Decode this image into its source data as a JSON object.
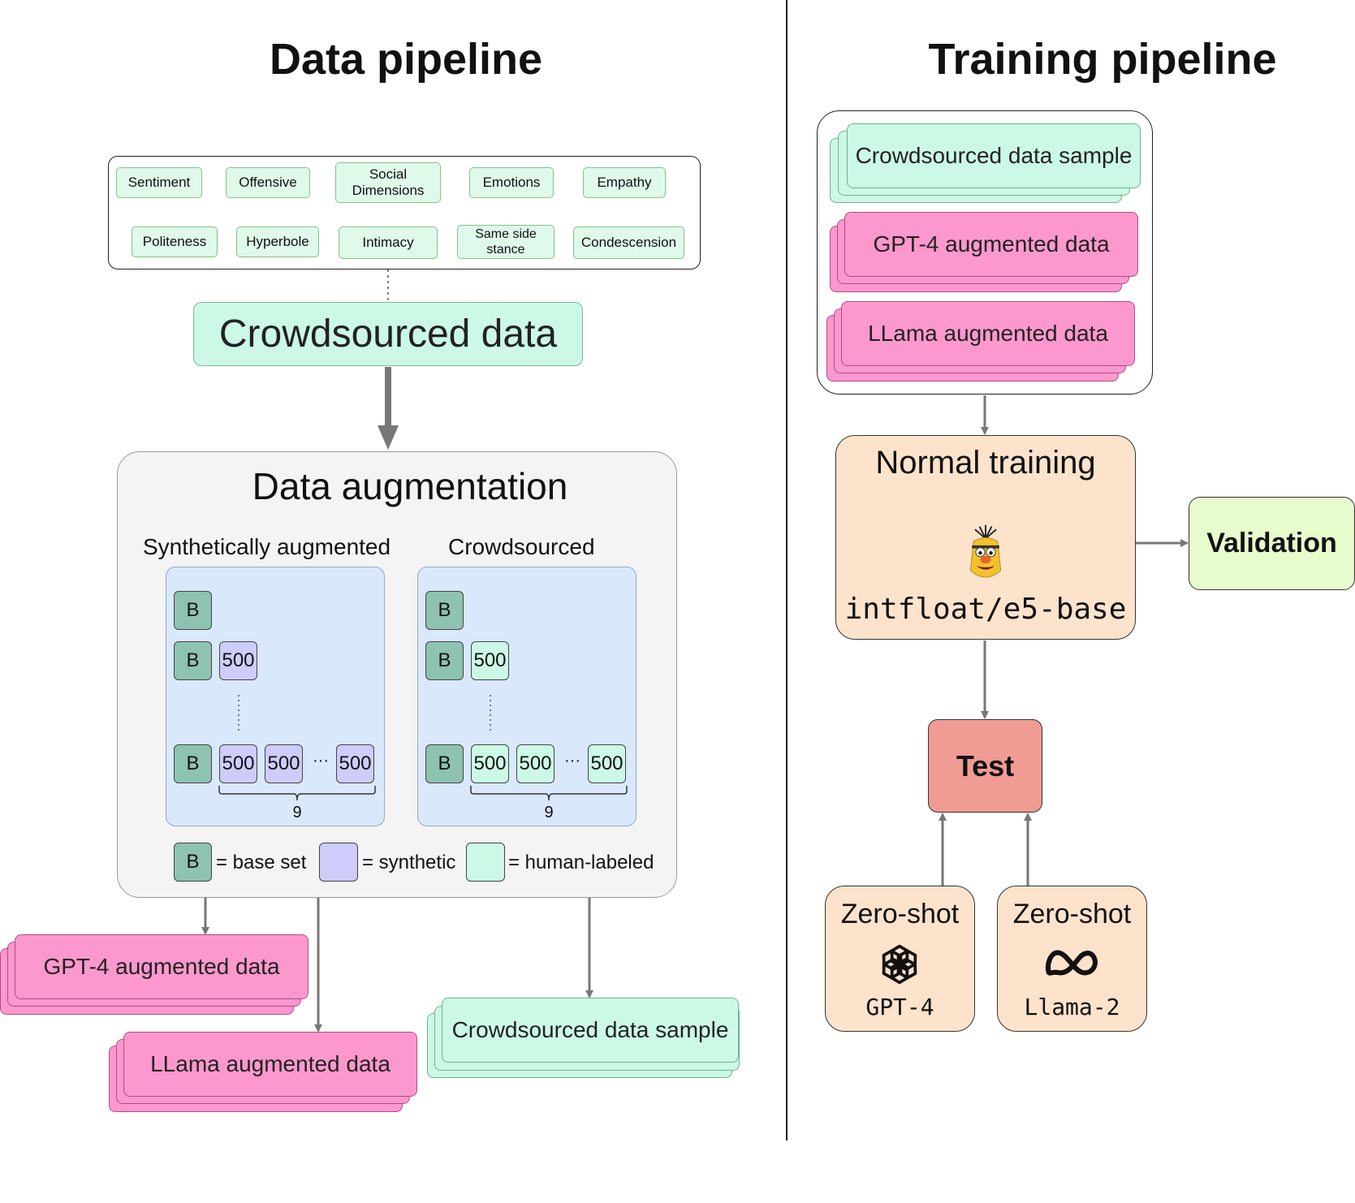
{
  "titles": {
    "data_pipeline": "Data pipeline",
    "training_pipeline": "Training pipeline"
  },
  "tasks": [
    "Sentiment",
    "Offensive",
    "Social Dimensions",
    "Emotions",
    "Empathy",
    "Politeness",
    "Hyperbole",
    "Intimacy",
    "Same side stance",
    "Condescension"
  ],
  "crowdsourced_data": "Crowdsourced data",
  "augmentation": {
    "title": "Data augmentation",
    "synthetic_title": "Synthetically augmented",
    "crowd_title": "Crowdsourced",
    "base_label": "B",
    "block_value": "500",
    "dots": "···",
    "repeat_count": "9",
    "legend": {
      "base": "= base set",
      "synthetic": "= synthetic",
      "human": "= human-labeled"
    }
  },
  "outputs": {
    "gpt4": "GPT-4 augmented data",
    "llama": "LLama augmented data",
    "crowd_sample": "Crowdsourced data sample"
  },
  "training": {
    "inputs": [
      "Crowdsourced data sample",
      "GPT-4 augmented data",
      "LLama augmented data"
    ],
    "normal_training": "Normal training",
    "model": "intfloat/e5-base",
    "validation": "Validation",
    "test": "Test",
    "zero_shot": "Zero-shot",
    "gpt4_model": "GPT-4",
    "llama_model": "Llama-2"
  },
  "colors": {
    "crowd_green": "#ccf9e6",
    "pink": "#fd98ce",
    "base_teal": "#8ec2b1",
    "synthetic_purple": "#cdccfa",
    "panel_blue": "#dae8fb",
    "peach": "#fde3cc",
    "validation_green": "#e6fccd",
    "test_red": "#f09b94"
  },
  "icons": {
    "model": "bert-muppet-icon",
    "openai": "openai-logo-icon",
    "meta": "meta-logo-icon"
  }
}
